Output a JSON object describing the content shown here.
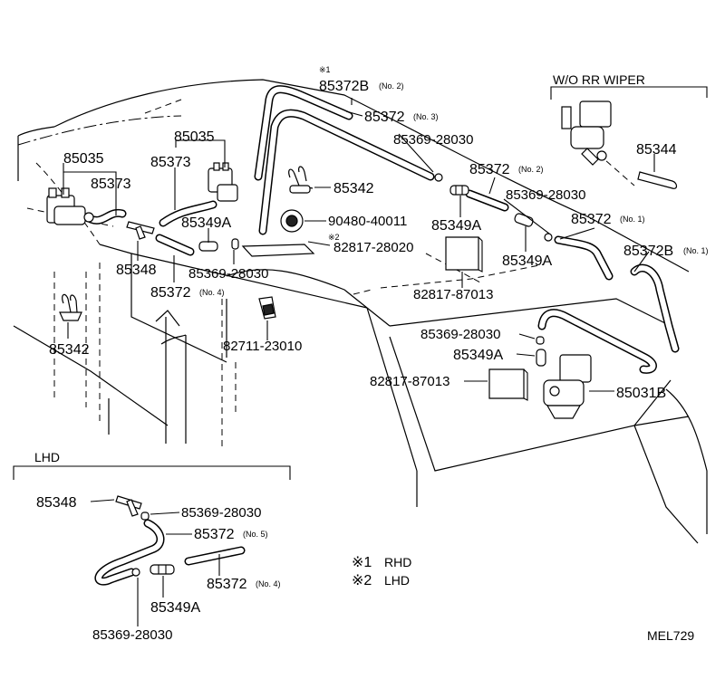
{
  "header": {
    "wo_rr_wiper": "W/O RR WIPER",
    "lhd": "LHD"
  },
  "notes": {
    "mark1": "※1",
    "mark2": "※2",
    "legend_rhd_mark": "※1",
    "legend_rhd": "RHD",
    "legend_lhd_mark": "※2",
    "legend_lhd": "LHD"
  },
  "parts": {
    "p85372b_no2": "85372B",
    "p85372b_no2_note": "(No. 2)",
    "p85372_no3": "85372",
    "p85372_no3_note": "(No. 3)",
    "p85369_top": "85369-28030",
    "p85372_no2": "85372",
    "p85372_no2_note": "(No. 2)",
    "p85369_mid": "85369-28030",
    "p85372_no1": "85372",
    "p85372_no1_note": "(No. 1)",
    "p85372b_no1": "85372B",
    "p85372b_no1_note": "(No. 1)",
    "p85342_top": "85342",
    "p90480": "90480-40011",
    "p82817_20": "82817-28020",
    "p85349a_mid": "85349A",
    "p85349a_right": "85349A",
    "p82817_87013_top": "82817-87013",
    "p85035_center": "85035",
    "p85373_center": "85373",
    "p85349a_center": "85349A",
    "p85035_left": "85035",
    "p85373_left": "85373",
    "p85348": "85348",
    "p85369_center": "85369-28030",
    "p85372_no4": "85372",
    "p85372_no4_note": "(No. 4)",
    "p82711": "82711-23010",
    "p85342_left": "85342",
    "p85344": "85344",
    "p85369_lower": "85369-28030",
    "p85349a_lower": "85349A",
    "p82817_87013_lower": "82817-87013",
    "p85031b": "85031B"
  },
  "lhd_parts": {
    "p85348": "85348",
    "p85369_a": "85369-28030",
    "p85372_no5": "85372",
    "p85372_no5_note": "(No. 5)",
    "p85372_no4": "85372",
    "p85372_no4_note": "(No. 4)",
    "p85349a": "85349A",
    "p85369_b": "85369-28030"
  },
  "catalog_code": "MEL729"
}
